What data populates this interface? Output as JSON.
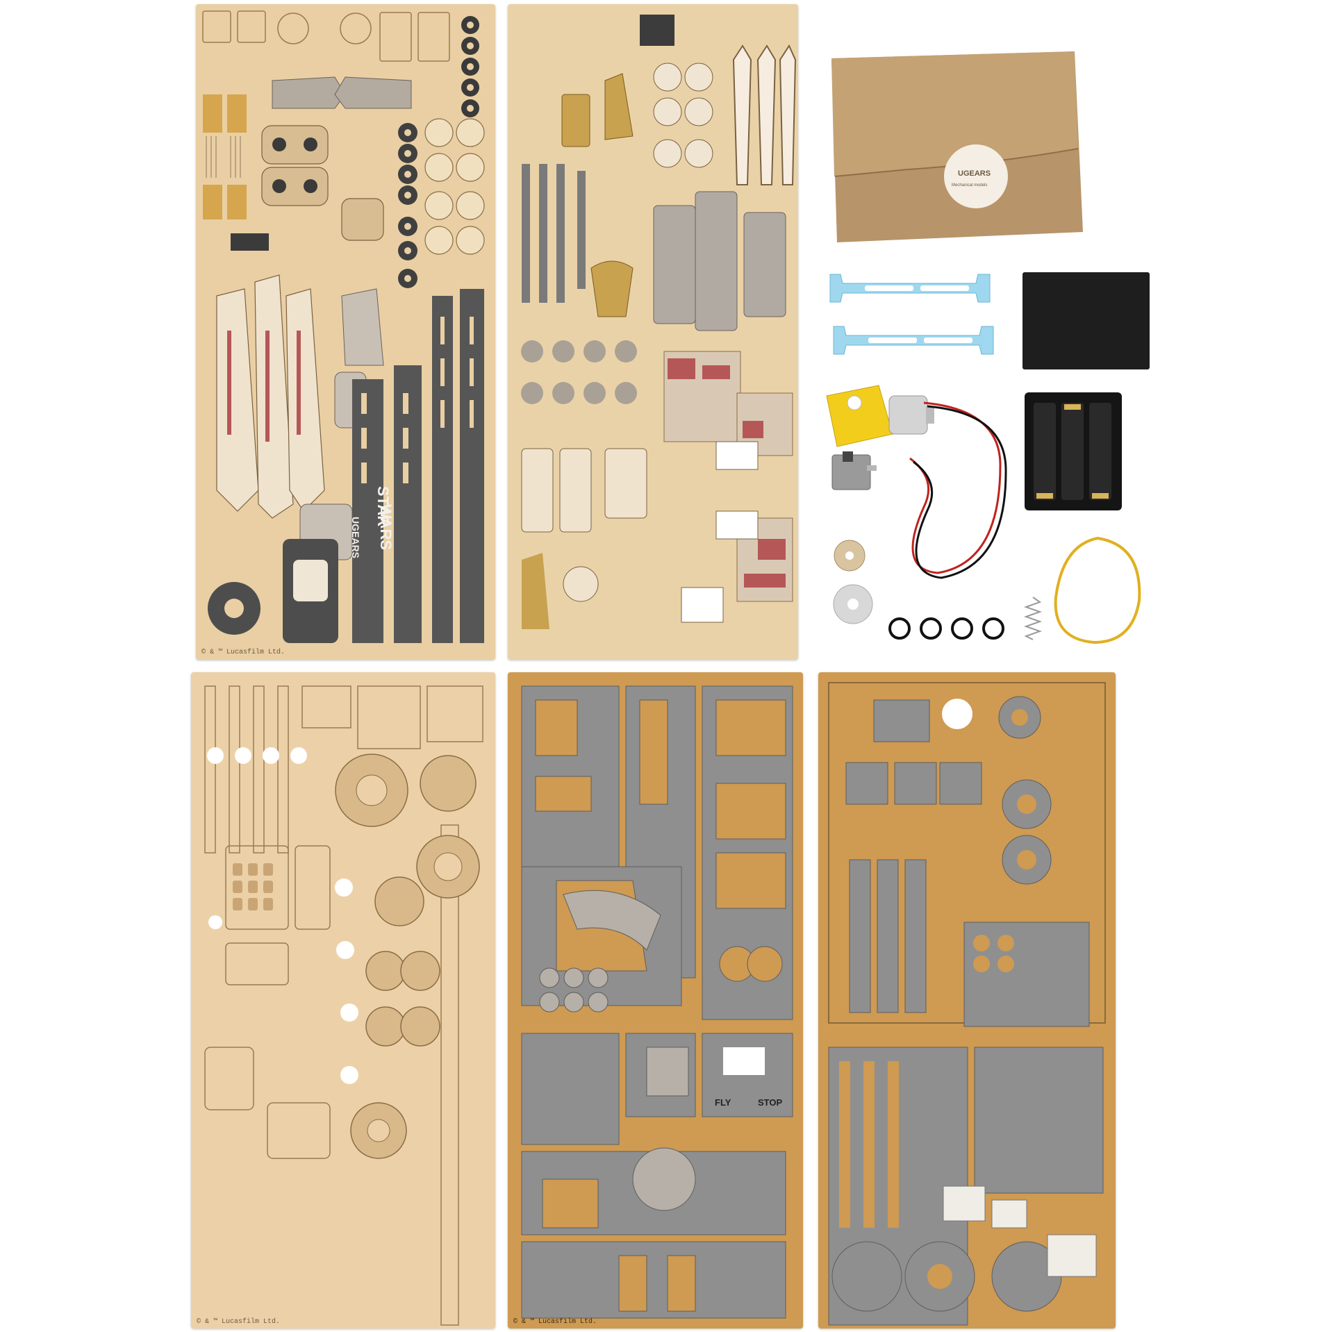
{
  "sheets": [
    {
      "id": "sheet-1",
      "material": "plywood",
      "color": "#e9cfa3",
      "engravings": [
        "STAR",
        "WARS",
        "UGEARS"
      ],
      "footer": "© & ™ Lucasfilm Ltd."
    },
    {
      "id": "sheet-2",
      "material": "plywood",
      "color": "#ead2a8",
      "engravings": [],
      "footer": ""
    },
    {
      "id": "sheet-3",
      "material": "plywood",
      "color": "#ecd1a8",
      "engravings": [],
      "footer": "© & ™ Lucasfilm Ltd."
    },
    {
      "id": "sheet-4",
      "material": "cardboard",
      "color": "#cf9a52",
      "engravings": [
        "FLY",
        "STOP"
      ],
      "footer": "© & ™ Lucasfilm Ltd."
    },
    {
      "id": "sheet-5",
      "material": "cardboard",
      "color": "#cf9a52",
      "engravings": [],
      "footer": ""
    }
  ],
  "accessories": {
    "envelope": {
      "seal_brand": "UGEARS",
      "seal_subtitle": "Mechanical models"
    },
    "items": [
      "blue-plastic-brackets",
      "black-foam-pad",
      "yellow-gear-motor",
      "switch",
      "wired-leads",
      "battery-holder-3xAA",
      "washers",
      "o-rings",
      "spring",
      "rubber-band"
    ]
  },
  "colors": {
    "plywood": "#e9cfa3",
    "cardboard": "#cf9a52",
    "grey_print": "#8f8f8f",
    "dark_print": "#4e4e4e",
    "red_print": "#b65757",
    "mustard_print": "#d5a64d",
    "light_blue_plastic": "#9fd8ee",
    "motor_yellow": "#f3cd1c",
    "kraft": "#b7946a"
  }
}
